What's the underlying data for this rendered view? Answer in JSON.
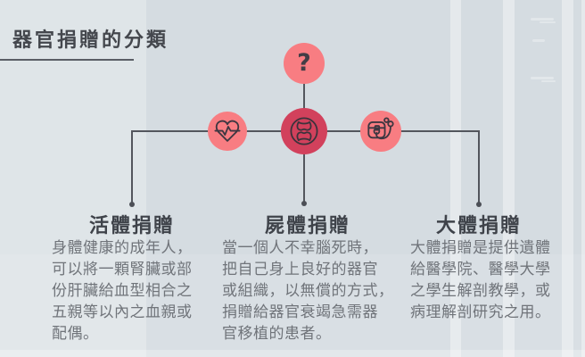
{
  "title": "器官捐贈的分類",
  "diagram": {
    "question_mark": "?",
    "icons": {
      "top": "question-icon",
      "left": "heart-pulse-icon",
      "center": "organs-circle-icon",
      "right": "medical-bag-stethoscope-icon"
    }
  },
  "columns": [
    {
      "heading": "活體捐贈",
      "body": "身體健康的成年人，\n可以將一顆腎臟或部\n份肝臟給血型相合之\n五親等以內之血親或\n配偶。"
    },
    {
      "heading": "屍體捐贈",
      "body": "當一個人不幸腦死時，\n把自己身上良好的器官\n或組織，以無償的方式，\n捐贈給器官衰竭急需器\n官移植的患者。"
    },
    {
      "heading": "大體捐贈",
      "body": "大體捐贈是提供遺體\n給醫學院、醫學大學\n之學生解剖教學，或\n病理解剖研究之用。"
    }
  ],
  "colors": {
    "background": "#d5dce1",
    "accent_light_pink": "#f87d82",
    "accent_dark_rose": "#d2415c",
    "connector_line": "#53565d",
    "heading_text": "#3f434a",
    "body_text": "#70747a"
  }
}
